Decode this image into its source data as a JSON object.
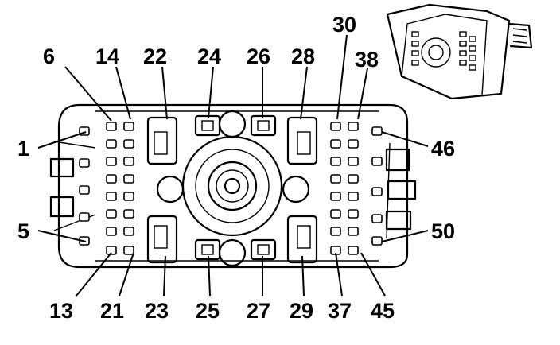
{
  "connector": {
    "pin_labels_top": [
      "6",
      "14",
      "22",
      "24",
      "26",
      "28",
      "30",
      "38"
    ],
    "pin_labels_bottom": [
      "13",
      "21",
      "23",
      "25",
      "27",
      "29",
      "37",
      "45"
    ],
    "pin_labels_left": [
      "1",
      "5"
    ],
    "pin_labels_right": [
      "46",
      "50"
    ]
  }
}
